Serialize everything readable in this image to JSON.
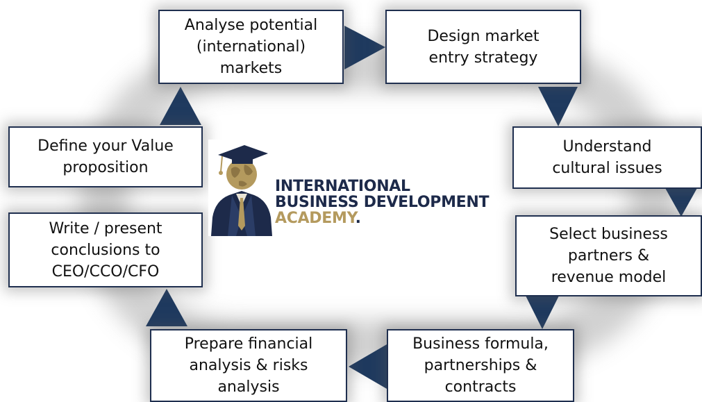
{
  "steps": [
    {
      "id": "analyse",
      "text": "Analyse  potential\n(international)\nmarkets"
    },
    {
      "id": "design",
      "text": "Design market\nentry strategy"
    },
    {
      "id": "cultural",
      "text": "Understand\ncultural issues"
    },
    {
      "id": "partners",
      "text": "Select business\npartners &\nrevenue model"
    },
    {
      "id": "formula",
      "text": "Business formula,\npartnerships &\ncontracts"
    },
    {
      "id": "financial",
      "text": "Prepare financial\nanalysis & risks\nanalysis"
    },
    {
      "id": "conclusions",
      "text": "Write / present\nconclusions to\nCEO/CCO/CFO"
    },
    {
      "id": "value",
      "text": "Define your Value\nproposition"
    }
  ],
  "logo": {
    "line1": "INTERNATIONAL",
    "line2": "BUSINESS DEVELOPMENT",
    "line3": "ACADEMY",
    "dot": "."
  },
  "colors": {
    "arrow": "#1f3a5f",
    "box_border": "#1f2f4f",
    "logo_navy": "#1d2a4a",
    "logo_gold": "#b49a5e"
  }
}
